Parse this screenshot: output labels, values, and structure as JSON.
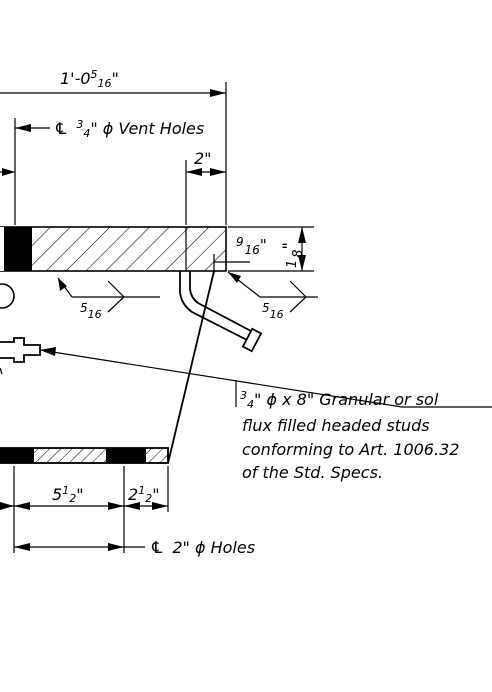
{
  "dimensions": {
    "overall_width": {
      "ft": "1'-0",
      "num": "5",
      "den": "16",
      "unit": "\""
    },
    "edge_distance": "2\"",
    "plate_thickness": {
      "num": "1",
      "den": "8",
      "unit": "\""
    },
    "stud_offset": {
      "num": "9",
      "den": "16",
      "unit": "\""
    },
    "hole_spacing": {
      "whole": "5",
      "num": "1",
      "den": "2",
      "unit": "\""
    },
    "hole_edge": {
      "whole": "2",
      "num": "1",
      "den": "2",
      "unit": "\""
    }
  },
  "labels": {
    "vent_holes": {
      "cl": "℄",
      "num": "3",
      "den": "4",
      "text": "\" ϕ Vent Holes"
    },
    "holes_2in": {
      "cl": "℄",
      "text": "2\" ϕ Holes"
    },
    "weld_left": {
      "num": "5",
      "den": "16"
    },
    "weld_right": {
      "num": "5",
      "den": "16"
    }
  },
  "stud_note": {
    "line1_num": "3",
    "line1_den": "4",
    "line1_text": "\" ϕ x 8\" Granular or sol",
    "line2": "flux filled headed studs",
    "line3": "conforming to Art. 1006.32",
    "line4": "of the Std. Specs."
  }
}
